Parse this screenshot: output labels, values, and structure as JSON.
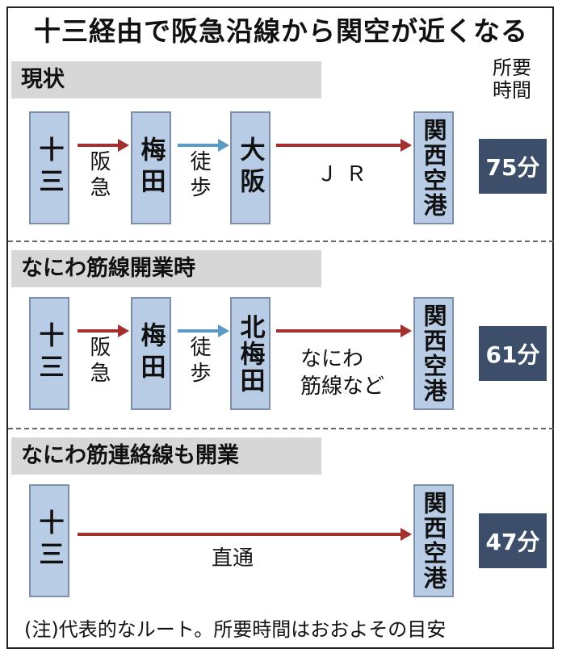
{
  "title": "十三経由で阪急沿線から関空が近くなる",
  "time_header": "所要\n時間",
  "sections": [
    {
      "header": "現状",
      "stations": [
        "十三",
        "梅田",
        "大阪",
        "関西空港"
      ],
      "segments": [
        "阪急",
        "徒歩",
        "ＪＲ"
      ],
      "time": "75分"
    },
    {
      "header": "なにわ筋線開業時",
      "stations": [
        "十三",
        "梅田",
        "北梅田",
        "関西空港"
      ],
      "segments": [
        "阪急",
        "徒歩",
        "なにわ\n筋線など"
      ],
      "time": "61分"
    },
    {
      "header": "なにわ筋連絡線も開業",
      "stations": [
        "十三",
        "関西空港"
      ],
      "segments": [
        "直通"
      ],
      "time": "47分"
    }
  ],
  "note": "(注)代表的なルート。所要時間はおおよその目安",
  "colors": {
    "rail_arrow": "#a3302f",
    "walk_arrow": "#5b9ac4",
    "station_fill": "#b8cce6",
    "time_fill": "#3d4e6a"
  }
}
